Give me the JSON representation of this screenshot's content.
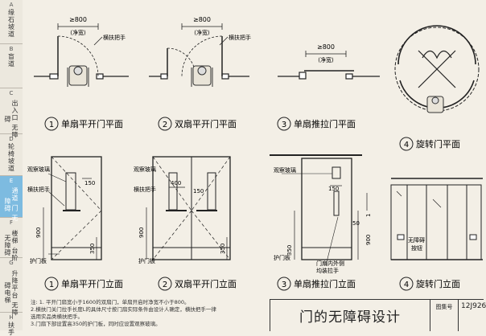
{
  "sidebar": [
    {
      "letter": "A",
      "label": "缘石坡道"
    },
    {
      "letter": "B",
      "label": "盲道"
    },
    {
      "letter": "C",
      "label": "出入口 无障碍"
    },
    {
      "letter": "D",
      "label": "轮椅坡道"
    },
    {
      "letter": "E",
      "label": "通道 门 无障碍"
    },
    {
      "letter": "F",
      "label": "楼梯 台阶 无障碍"
    },
    {
      "letter": "G",
      "label": "升降平台 无障碍电梯"
    },
    {
      "letter": "H",
      "label": "扶手"
    }
  ],
  "plans": {
    "single_swing": {
      "num": "1",
      "caption": "单扇平开门平面",
      "dim": "≥800",
      "net": "(净宽)",
      "handle": "横扶把手"
    },
    "double_swing": {
      "num": "2",
      "caption": "双扇平开门平面",
      "dim": "≥800",
      "net": "(净宽)",
      "handle": "横扶把手"
    },
    "sliding": {
      "num": "3",
      "caption": "单扇推拉门平面",
      "dim": "≥800",
      "net": "(净宽)"
    },
    "revolving": {
      "num": "4",
      "caption": "旋转门平面"
    }
  },
  "elevations": {
    "single_swing": {
      "num": "1",
      "caption": "单扇平开门立面",
      "glass": "观察玻璃",
      "handle": "横扶把手",
      "dim150": "150",
      "dim900": "900",
      "dim350": "350",
      "kick": "护门板"
    },
    "double_swing": {
      "num": "2",
      "caption": "双扇平开门立面",
      "glass": "观察玻璃",
      "handle": "横扶把手",
      "dim400": "400",
      "dim150": "150",
      "dim900": "900",
      "dim350": "350",
      "kick": "护门板"
    },
    "sliding": {
      "num": "3",
      "caption": "单扇推拉门立面",
      "glass": "观察玻璃",
      "dim150": "150",
      "dim50": "50",
      "dim1": "1",
      "dim900": "900",
      "dim350": "350",
      "kick": "护门板",
      "inner_pull1": "门扇内外侧",
      "inner_pull2": "均装拉手"
    },
    "revolving": {
      "num": "4",
      "caption": "旋转门立面",
      "button1": "无障碍",
      "button2": "按钮"
    }
  },
  "notes": {
    "line1": "注: 1. 平开门扇宽小于1600的双扇门，单扇开启时净宽不小于800。",
    "line2": "2.横扶门关门拉手长度L的具体尺寸按门扇实际条件由设计人确定，横扶把手一律",
    "line3": "选用实品类横扶把手。",
    "line4": "3.门扇下部设置高350的护门板，同时应设置观察玻璃。"
  },
  "title": {
    "main": "门的无障碍设计",
    "label": "图集号",
    "number": "12J926"
  }
}
